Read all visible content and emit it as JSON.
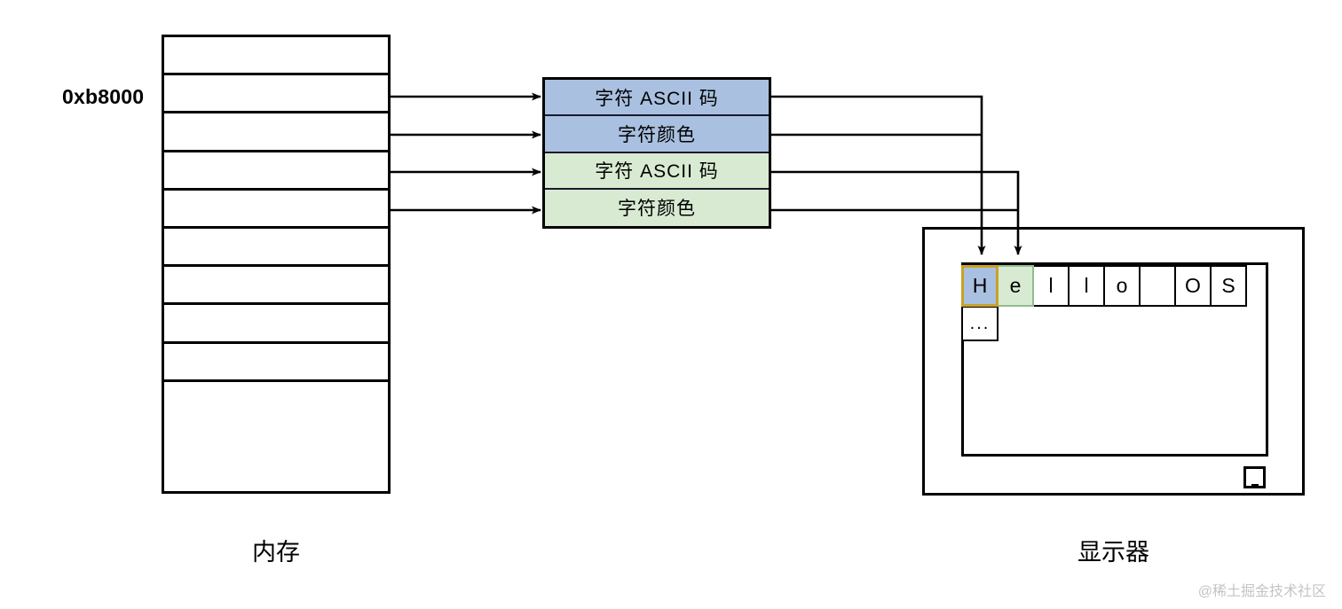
{
  "diagram": {
    "title": "VGA text-mode video memory to display mapping",
    "background_color": "#ffffff"
  },
  "memory": {
    "address_label": "0xb8000",
    "caption": "内存",
    "row_count": 9,
    "rows": [
      "",
      "",
      "",
      "",
      "",
      "",
      "",
      "",
      ""
    ],
    "tail_row": ""
  },
  "cell_stack": {
    "rows": [
      {
        "label": "字符 ASCII 码",
        "color": "#a9c0e0",
        "group": "char1"
      },
      {
        "label": "字符颜色",
        "color": "#a9c0e0",
        "group": "char1"
      },
      {
        "label": "字符 ASCII 码",
        "color": "#d9ead3",
        "group": "char2"
      },
      {
        "label": "字符颜色",
        "color": "#d9ead3",
        "group": "char2"
      }
    ]
  },
  "monitor": {
    "caption": "显示器",
    "power_icon": "power-indicator-icon",
    "text_cells": [
      {
        "char": "H",
        "style": "highlight-ascii"
      },
      {
        "char": "e",
        "style": "highlight-color"
      },
      {
        "char": "l",
        "style": "plain"
      },
      {
        "char": "l",
        "style": "plain"
      },
      {
        "char": "o",
        "style": "plain"
      },
      {
        "char": "",
        "style": "plain"
      },
      {
        "char": "O",
        "style": "plain"
      },
      {
        "char": "S",
        "style": "plain"
      }
    ],
    "ellipsis_cell": "..."
  },
  "colors": {
    "blue_fill": "#a9c0e0",
    "green_fill": "#d9ead3",
    "highlight_border": "#c9a227",
    "green_border": "#8fbc8f",
    "stroke": "#000000",
    "watermark": "#c4c4c4"
  },
  "watermark": {
    "text": "@稀土掘金技术社区"
  }
}
